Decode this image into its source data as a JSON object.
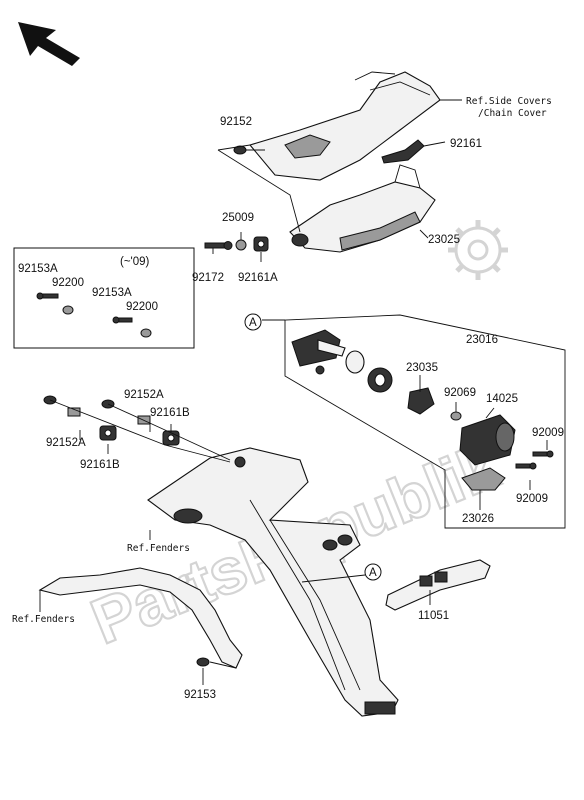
{
  "watermark": "PartsRepublik",
  "callouts": {
    "ref_side_covers_1": "Ref.Side Covers",
    "ref_side_covers_2": "/Chain Cover",
    "ref_fenders_1": "Ref.Fenders",
    "ref_fenders_2": "Ref.Fenders",
    "circle_a_1": "A",
    "circle_a_2": "A",
    "inset_year": "(~'09)"
  },
  "part_numbers": {
    "p92152": "92152",
    "p92161": "92161",
    "p25009": "25009",
    "p23025": "23025",
    "p92172": "92172",
    "p92161A": "92161A",
    "p92153A_a": "92153A",
    "p92200_a": "92200",
    "p92153A_b": "92153A",
    "p92200_b": "92200",
    "p23016": "23016",
    "p23035": "23035",
    "p92069": "92069",
    "p14025": "14025",
    "p92009_a": "92009",
    "p92009_b": "92009",
    "p23026": "23026",
    "p92152A_a": "92152A",
    "p92161B_a": "92161B",
    "p92152A_b": "92152A",
    "p92161B_b": "92161B",
    "p11051": "11051",
    "p92153": "92153"
  }
}
